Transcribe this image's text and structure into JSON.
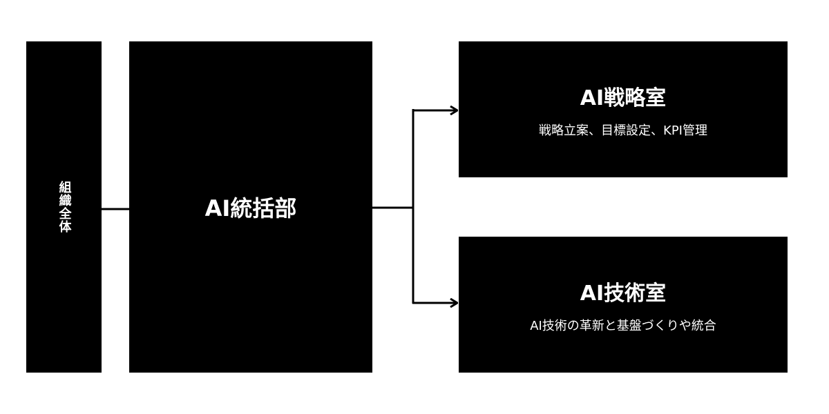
{
  "org_whole": {
    "label": "組織全体"
  },
  "ai_hq": {
    "title": "AI統括部"
  },
  "offices": [
    {
      "title": "AI戦略室",
      "description": "戦略立案、目標設定、KPI管理"
    },
    {
      "title": "AI技術室",
      "description": "AI技術の革新と基盤づくりや統合"
    }
  ],
  "colors": {
    "block": "#000000",
    "text": "#ffffff",
    "background": "#ffffff",
    "line": "#000000"
  }
}
